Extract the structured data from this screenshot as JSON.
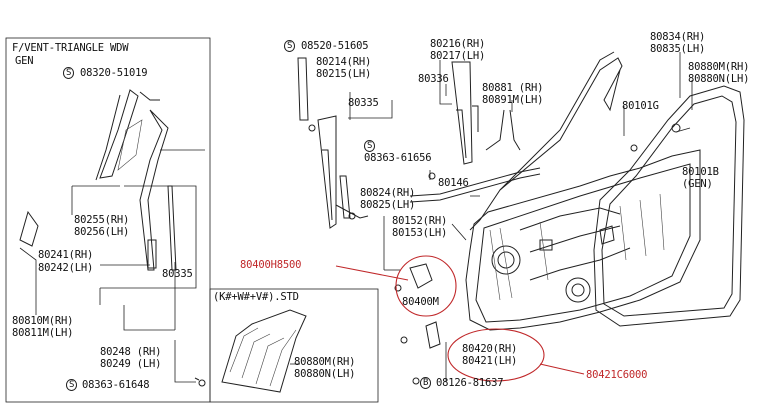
{
  "inset_vent": {
    "title_line1": "F/VENT-TRIANGLE WDW",
    "title_line2": "GEN",
    "screw_top": "08320-51019",
    "screw_top_prefix": "S",
    "p80255": "80255(RH)",
    "p80256": "80256(LH)",
    "p80241": "80241(RH)",
    "p80242": "80242(LH)",
    "p80335": "80335",
    "p80810": "80810M(RH)",
    "p80811": "80811M(LH)",
    "p80248": "80248 (RH)",
    "p80249": "80249 (LH)",
    "screw_bottom": "08363-61648",
    "screw_bottom_prefix": "S"
  },
  "inset_std": {
    "title": "(K#+W#+V#).STD",
    "p80880m": "80880M(RH)",
    "p80880n": "80880N(LH)"
  },
  "main": {
    "screw_08520": "08520-51605",
    "screw_08520_prefix": "S",
    "p80214": "80214(RH)",
    "p80215": "80215(LH)",
    "p80335": "80335",
    "screw_08363": "08363-61656",
    "screw_08363_prefix": "S",
    "p80216": "80216(RH)",
    "p80217": "80217(LH)",
    "p80336": "80336",
    "p80881": "80881 (RH)",
    "p80891m": "80891M(LH)",
    "p80101g": "80101G",
    "p80834": "80834(RH)",
    "p80835": "80835(LH)",
    "p80880m": "80880M(RH)",
    "p80880n": "80880N(LH)",
    "p80101b": "80101B",
    "p80101b_gen": "(GEN)",
    "p80146": "80146",
    "p80824": "80824(RH)",
    "p80825": "80825(LH)",
    "p80152": "80152(RH)",
    "p80153": "80153(LH)",
    "p80400m": "80400M",
    "p80420": "80420(RH)",
    "p80421": "80421(LH)",
    "bolt_08126": "08126-81637",
    "bolt_08126_prefix": "B"
  },
  "annotations": {
    "callout_left": "80400H8500",
    "callout_right": "80421C6000",
    "color": "#c0282a"
  }
}
